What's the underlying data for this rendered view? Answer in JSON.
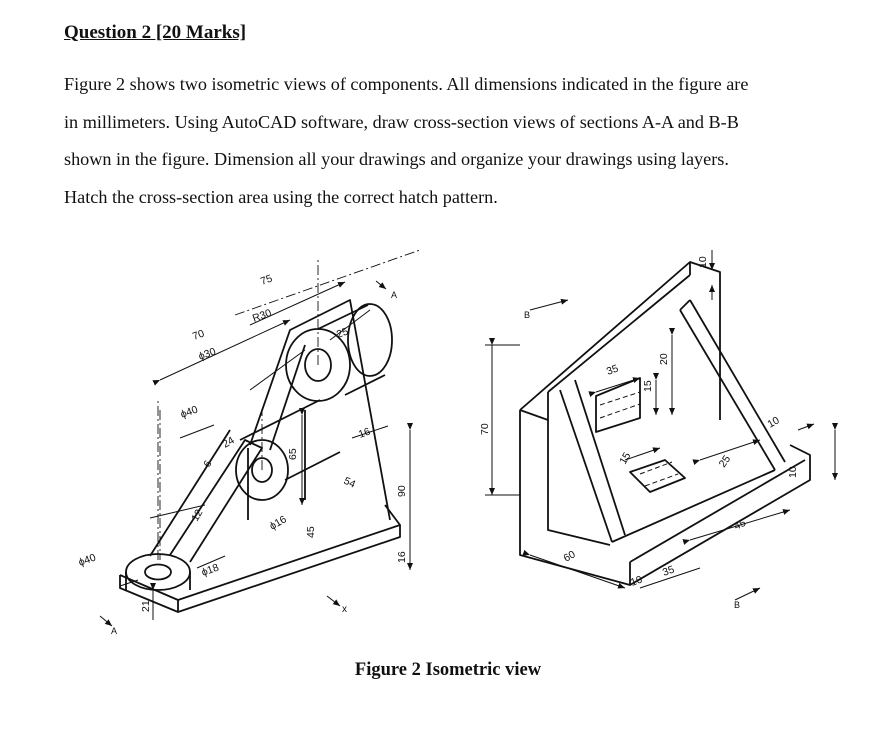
{
  "question": {
    "heading": "Question 2 [20 Marks]"
  },
  "body_lines": [
    "Figure 2 shows two isometric views of components. All dimensions indicated in the figure are",
    "in millimeters. Using AutoCAD software, draw cross-section views of sections A-A and B-B",
    "shown in the figure. Dimension all your drawings and organize your drawings using layers.",
    "Hatch the cross-section area using the correct hatch pattern."
  ],
  "figure": {
    "caption": "Figure 2 Isometric view",
    "left_dims": {
      "d75": "75",
      "d70": "70",
      "phi30": "ϕ30",
      "r30": "R30",
      "d25": "25",
      "phi40a": "ϕ40",
      "d24": "24",
      "d6": "6",
      "d12": "12",
      "d16a": "16",
      "d65": "65",
      "phi16": "ϕ16",
      "d45": "45",
      "d54": "54",
      "d90": "90",
      "d16b": "16",
      "phi18": "ϕ18",
      "phi40b": "ϕ40",
      "d21": "21",
      "secA_top": "A",
      "secA_bot": "A",
      "x": "x"
    },
    "right_dims": {
      "d70": "70",
      "secB_top": "B",
      "secB_bot": "B",
      "d10a": "10",
      "d35a": "35",
      "d20": "20",
      "d15a": "15",
      "d15b": "15",
      "d10b": "10",
      "d25": "25",
      "d10c": "10",
      "d45": "45",
      "d60": "60",
      "d10d": "10",
      "d35b": "35"
    }
  }
}
